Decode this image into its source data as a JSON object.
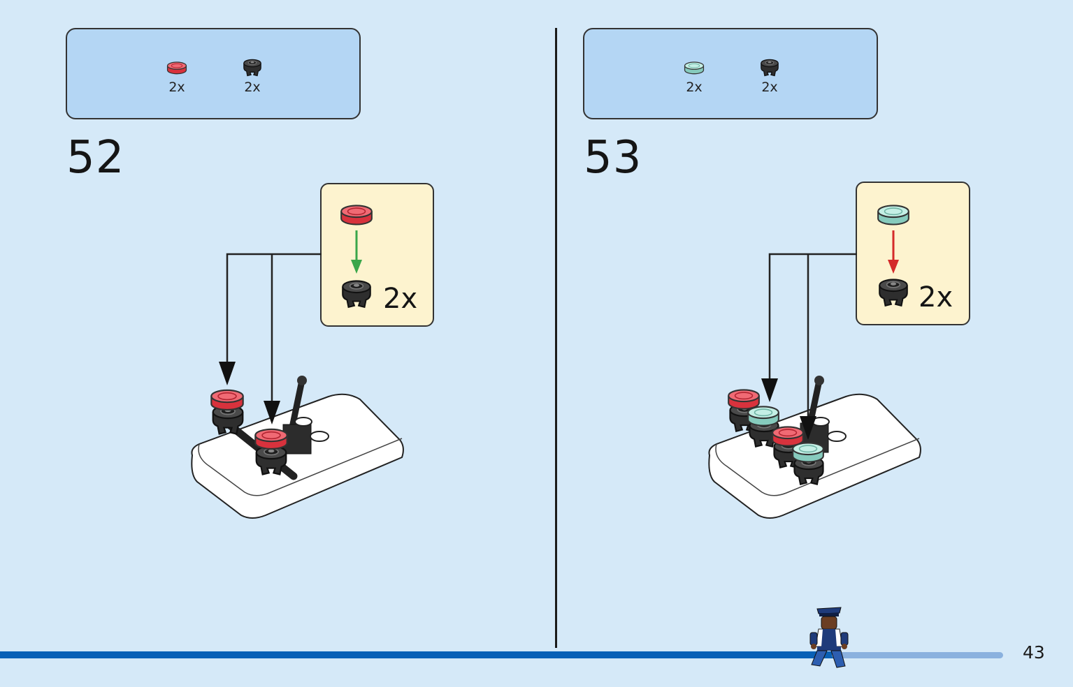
{
  "steps": [
    {
      "number": "52",
      "parts": [
        {
          "icon": "red-transparent-round-tile-icon",
          "color": "#e0454f",
          "qty": "2x"
        },
        {
          "icon": "black-round-bracket-plate-icon",
          "color": "#2e2e2e",
          "qty": "2x"
        }
      ],
      "callout": {
        "qty": "2x",
        "arrow_color": "#3aa64a"
      }
    },
    {
      "number": "53",
      "parts": [
        {
          "icon": "aqua-transparent-round-tile-icon",
          "color": "#a9e2d6",
          "qty": "2x"
        },
        {
          "icon": "black-round-bracket-plate-icon",
          "color": "#2e2e2e",
          "qty": "2x"
        }
      ],
      "callout": {
        "qty": "2x",
        "arrow_color": "#d42a2a"
      }
    }
  ],
  "page_number": "43",
  "colors": {
    "background": "#d5e9f8",
    "parts_box": "#b4d6f4",
    "callout": "#fdf3cf",
    "progress": "#0a61b6",
    "progress_remaining": "#8ab1de"
  }
}
